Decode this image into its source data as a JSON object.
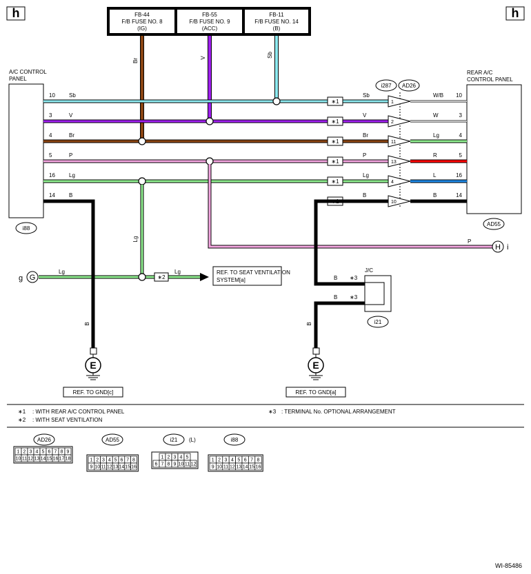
{
  "page_corner_label": "h",
  "fuse_box": [
    {
      "id": "FB-44",
      "name": "F/B FUSE NO. 8",
      "sub": "(IG)"
    },
    {
      "id": "FB-55",
      "name": "F/B FUSE NO. 9",
      "sub": "(ACC)"
    },
    {
      "id": "FB-11",
      "name": "F/B FUSE NO. 14",
      "sub": "(B)"
    }
  ],
  "fuse_wire_labels": [
    "Br",
    "V",
    "Sb"
  ],
  "left_panel": {
    "line1": "A/C CONTROL",
    "line2": "PANEL",
    "connector": "i88"
  },
  "right_panel": {
    "line1": "REAR A/C",
    "line2": "CONTROL PANEL",
    "connector": "AD55"
  },
  "junction_connectors": [
    "i287",
    "AD26"
  ],
  "wires": [
    {
      "pin": "10",
      "left_color": "Sb",
      "right_color": "W/B",
      "jc_pin": "1",
      "rpin": "10",
      "note": "∗1",
      "left_hex": "#8eeaf0",
      "right_hex": "#ffffff"
    },
    {
      "pin": "3",
      "left_color": "V",
      "right_color": "W",
      "jc_pin": "2",
      "rpin": "3",
      "note": "∗1",
      "left_hex": "#a020f0",
      "right_hex": "#ffffff"
    },
    {
      "pin": "4",
      "left_color": "Br",
      "right_color": "Lg",
      "jc_pin": "11",
      "rpin": "4",
      "note": "∗1",
      "left_hex": "#8b4513",
      "right_hex": "#90ee90"
    },
    {
      "pin": "5",
      "left_color": "P",
      "right_color": "R",
      "jc_pin": "13",
      "rpin": "5",
      "note": "∗1",
      "left_hex": "#f4a6e0",
      "right_hex": "#ff0000"
    },
    {
      "pin": "16",
      "left_color": "Lg",
      "right_color": "L",
      "jc_pin": "4",
      "rpin": "16",
      "note": "∗1",
      "left_hex": "#90ee90",
      "right_hex": "#1e88e5"
    },
    {
      "pin": "14",
      "left_color": "B",
      "right_color": "B",
      "jc_pin": "10",
      "rpin": "14",
      "note": "∗1",
      "left_hex": "#000000",
      "right_hex": "#000000"
    }
  ],
  "lg_branch_label": "Lg",
  "ground_wire_label": "B",
  "p_branch": {
    "label": "P",
    "terminal": "H",
    "terminal_suffix": "i"
  },
  "g_branch": {
    "prefix": "g",
    "terminal": "G",
    "wire_label": "Lg",
    "note": "∗2",
    "wire_label2": "Lg",
    "ref_line1": "REF. TO SEAT VENTILATION",
    "ref_line2": "SYSTEM[a]"
  },
  "jc_box": {
    "title": "J/C",
    "connector": "i21",
    "row1_color": "B",
    "row1_note": "∗3",
    "row2_color": "B",
    "row2_note": "∗3"
  },
  "ground_symbol": "E",
  "ground_refs": [
    "REF. TO GND[c]",
    "REF. TO GND[a]"
  ],
  "notes": [
    {
      "mark": "∗1",
      "text": ": WITH REAR A/C CONTROL PANEL"
    },
    {
      "mark": "∗2",
      "text": ": WITH SEAT VENTILATION"
    },
    {
      "mark": "∗3",
      "text": ": TERMINAL No. OPTIONAL ARRANGEMENT"
    }
  ],
  "connector_views": [
    {
      "name": "AD26",
      "suffix": "",
      "row1": [
        "1",
        "2",
        "3",
        "4",
        "5",
        "6",
        "7",
        "8",
        "9"
      ],
      "row2": [
        "10",
        "11",
        "12",
        "13",
        "14",
        "15",
        "16",
        "17",
        "18"
      ]
    },
    {
      "name": "AD55",
      "suffix": "",
      "row1": [
        "1",
        "2",
        "3",
        "4",
        "5",
        "6",
        "7",
        "8"
      ],
      "row2": [
        "9",
        "10",
        "11",
        "12",
        "13",
        "14",
        "15",
        "16"
      ]
    },
    {
      "name": "i21",
      "suffix": "(L)",
      "row1": [
        "1",
        "2",
        "3",
        "4",
        "5"
      ],
      "row2": [
        "6",
        "7",
        "8",
        "9",
        "10",
        "11",
        "12"
      ]
    },
    {
      "name": "i88",
      "suffix": "",
      "row1": [
        "1",
        "2",
        "3",
        "4",
        "5",
        "6",
        "7",
        "8"
      ],
      "row2": [
        "9",
        "10",
        "11",
        "12",
        "13",
        "14",
        "15",
        "16"
      ]
    }
  ],
  "diagram_id": "WI-85486",
  "colors": {
    "Sb": "#8eeaf0",
    "V": "#a020f0",
    "Br": "#8b4513",
    "P": "#f4a6e0",
    "Lg": "#90ee90",
    "B": "#000000",
    "R": "#ff0000",
    "L": "#1e88e5"
  }
}
